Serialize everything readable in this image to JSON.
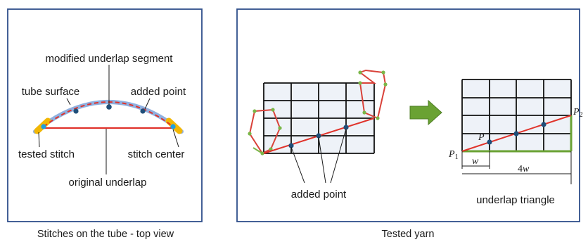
{
  "left_panel": {
    "labels": {
      "modified_underlap_segment": "modified underlap segment",
      "tube_surface": "tube surface",
      "added_point": "added point",
      "tested_stitch": "tested stitch",
      "stitch_center": "stitch center",
      "original_underlap": "original underlap"
    },
    "caption": "Stitches on the tube - top view"
  },
  "right_panel": {
    "added_point_label": "added point",
    "triangle": {
      "p1_letter": "P",
      "p1_sub": "1",
      "p2_letter": "P",
      "p2_sub": "2",
      "p_label": "P",
      "w_label": "w",
      "four_w_label": "4w",
      "caption": "underlap triangle"
    },
    "caption": "Tested yarn"
  },
  "colors": {
    "frame": "#2f4f8a",
    "tube": "#8fb0e0",
    "underlap": "#e0332b",
    "stitch": "#f2b705",
    "point": "#1f4e79",
    "arrow": "#6aa233",
    "grid_fill": "#eef2f8",
    "loop": "#d9423a",
    "loop_node": "#7ab648"
  }
}
